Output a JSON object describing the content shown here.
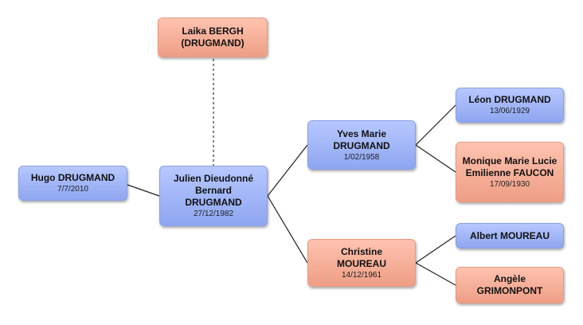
{
  "persons": {
    "hugo": {
      "name": "Hugo DRUGMAND",
      "date": "7/7/2010"
    },
    "julien": {
      "name": "Julien Dieudonné Bernard DRUGMAND",
      "date": "27/12/1982"
    },
    "laika": {
      "name": "Laika BERGH (DRUGMAND)"
    },
    "yves": {
      "name": "Yves Marie DRUGMAND",
      "date": "1/02/1958"
    },
    "christine": {
      "name": "Christine MOUREAU",
      "date": "14/12/1961"
    },
    "leon": {
      "name": "Léon DRUGMAND",
      "date": "13/06/1929"
    },
    "monique": {
      "name": "Monique Marie Lucie Emilienne FAUCON",
      "date": "17/09/1930"
    },
    "albert": {
      "name": "Albert MOUREAU"
    },
    "angele": {
      "name": "Angèle GRIMONPONT"
    }
  },
  "colors": {
    "male": "#9db3f5",
    "female": "#f5ad96",
    "line": "#222222"
  }
}
